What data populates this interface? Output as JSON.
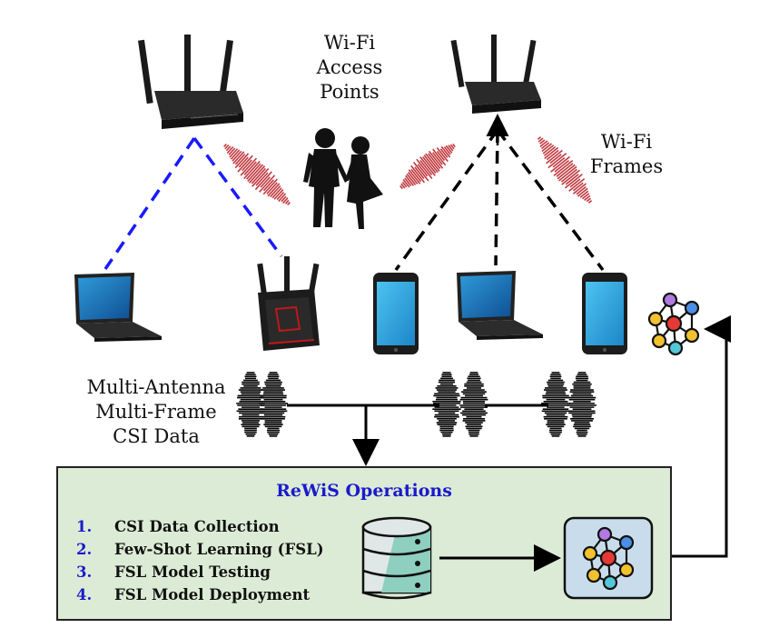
{
  "labels": {
    "access_points": [
      "Wi-Fi",
      "Access",
      "Points"
    ],
    "frames": [
      "Wi-Fi",
      "Frames"
    ],
    "csi": [
      "Multi-Antenna",
      "Multi-Frame",
      "CSI Data"
    ]
  },
  "operations": {
    "title": "ReWiS Operations",
    "steps": [
      {
        "num": "1.",
        "text": "CSI Data Collection"
      },
      {
        "num": "2.",
        "text": "Few-Shot Learning (FSL)"
      },
      {
        "num": "3.",
        "text": "FSL Model Testing"
      },
      {
        "num": "4.",
        "text": "FSL Model Deployment"
      }
    ]
  },
  "colors": {
    "link_blue": "#1a1aff",
    "link_black": "#000000",
    "signal_red": "#c0393f",
    "box_fill": "#dcebd5",
    "title_blue": "#1a1acc",
    "phone_screen": "#2ba7de",
    "laptop_screen": "#1e7fc8"
  },
  "icons": [
    "wifi-router-icon",
    "human-silhouettes-icon",
    "laptop-icon",
    "smartphone-icon",
    "router-icon",
    "neural-network-icon",
    "database-icon"
  ]
}
